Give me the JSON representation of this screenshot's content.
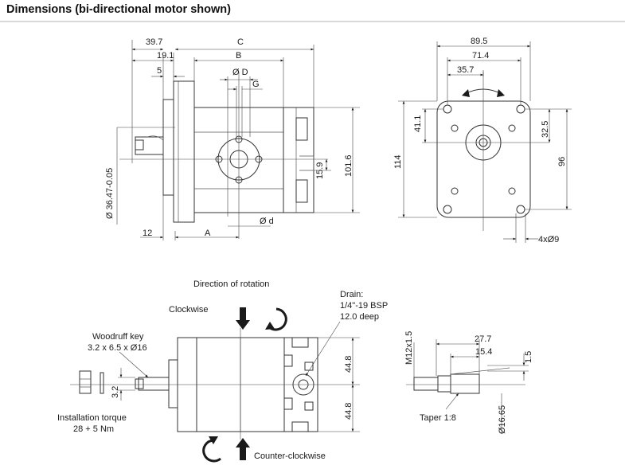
{
  "title": "Dimensions (bi-directional motor shown)",
  "side_view": {
    "dim_39_7": "39.7",
    "dim_19_1": "19.1",
    "dim_5": "5",
    "dim_C": "C",
    "dim_B": "B",
    "dim_D": "Ø D",
    "dim_G": "G",
    "dim_d": "Ø d",
    "dim_A": "A",
    "dim_12": "12",
    "dim_101_6": "101.6",
    "dim_15_9": "15.9",
    "dim_shaft": "Ø 36.47-0.05"
  },
  "front_view": {
    "dim_89_5": "89.5",
    "dim_71_4": "71.4",
    "dim_35_7": "35.7",
    "dim_41_1": "41.1",
    "dim_114": "114",
    "dim_32_5": "32.5",
    "dim_96": "96",
    "dim_4x9": "4xØ9"
  },
  "rotation": {
    "heading": "Direction of rotation",
    "clockwise": "Clockwise",
    "counter_clockwise": "Counter-clockwise"
  },
  "drain": {
    "line1": "Drain:",
    "line2": "1/4\"-19 BSP",
    "line3": "12.0 deep"
  },
  "key": {
    "line1": "Woodruff key",
    "line2": "3.2 x 6.5 x Ø16"
  },
  "torque": {
    "line1": "Installation torque",
    "line2": "28 + 5 Nm"
  },
  "bottom_side": {
    "dim_3_2": "3.2",
    "dim_44_8_top": "44.8",
    "dim_44_8_bottom": "44.8"
  },
  "shaft_detail": {
    "dim_m12": "M12x1.5",
    "dim_27_7": "27.7",
    "dim_15_4": "15.4",
    "dim_1_5": "1.5",
    "taper": "Taper 1:8",
    "dim_16_65": "Ø16.65"
  }
}
